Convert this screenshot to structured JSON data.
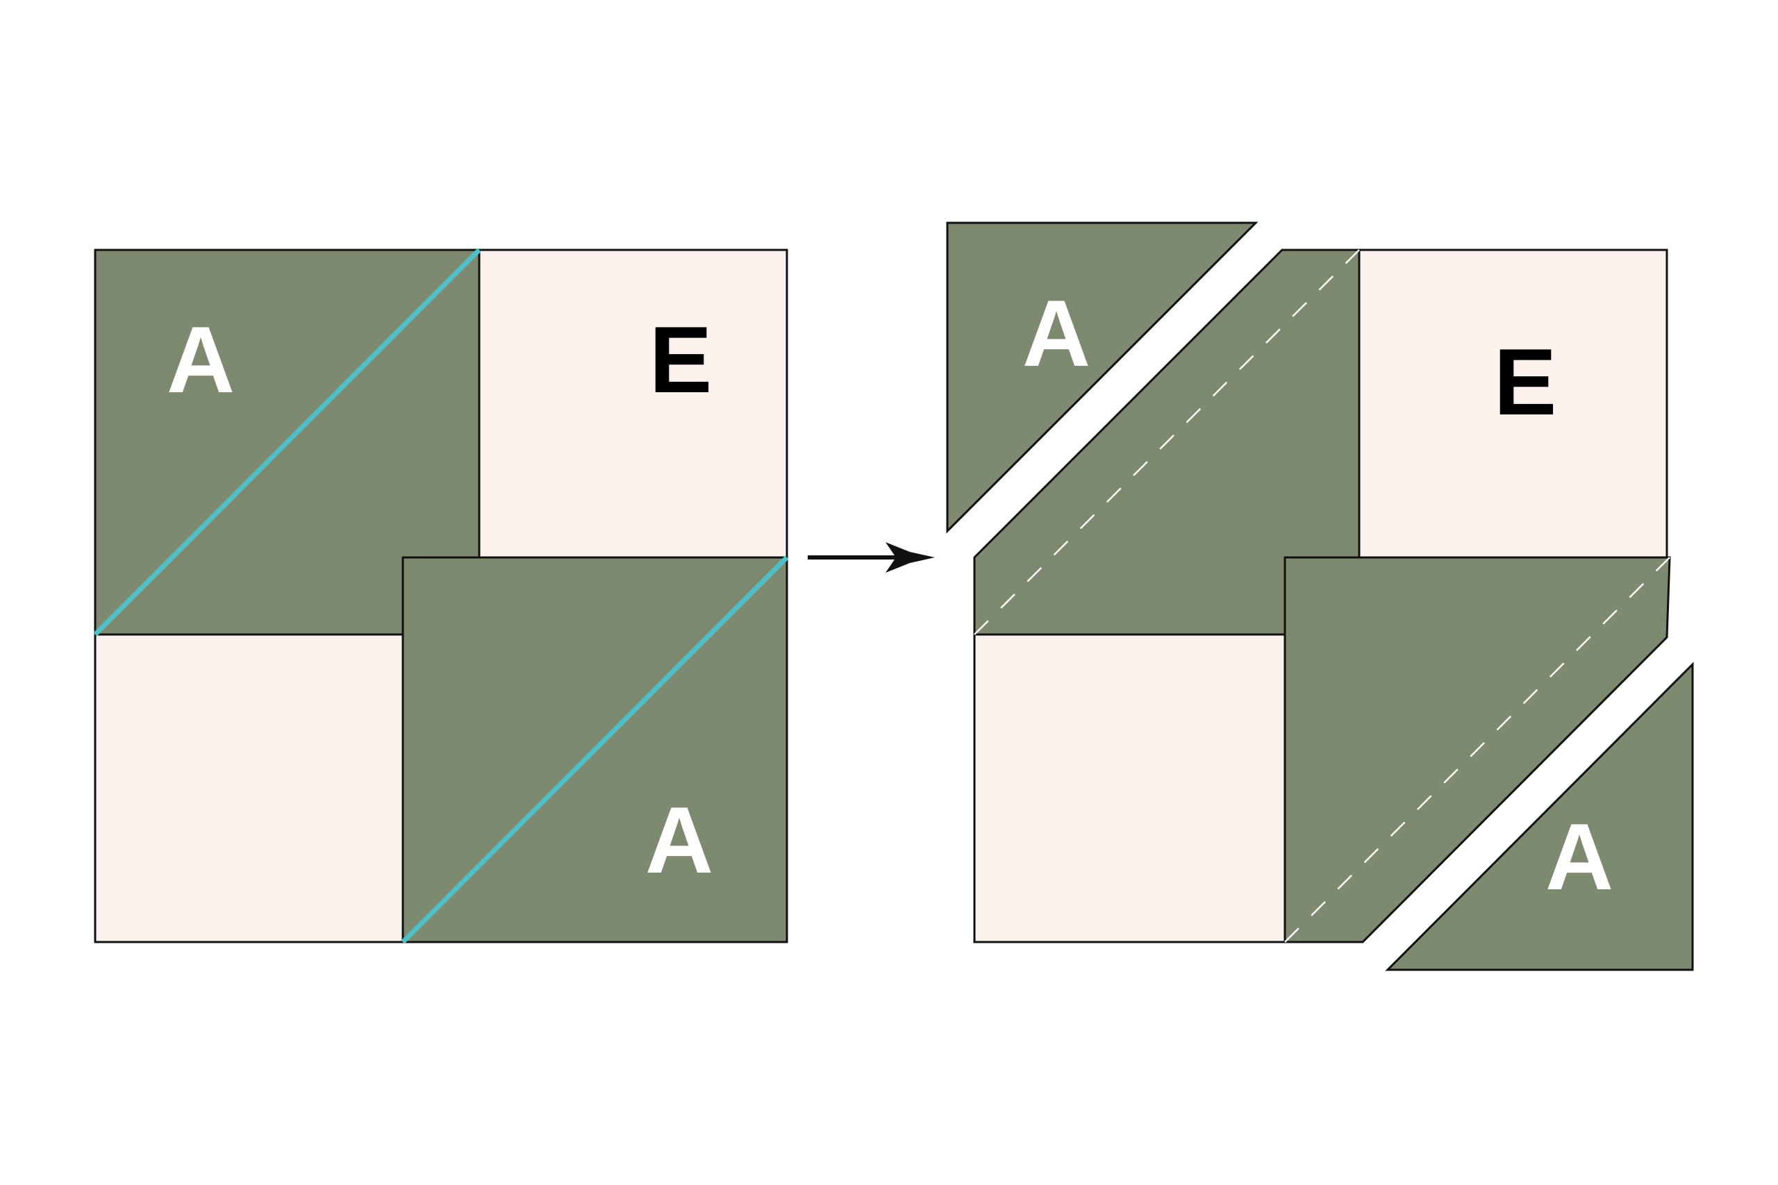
{
  "colors": {
    "green": "#7e8a70",
    "cream": "#fbf2ed",
    "cut_line": "#4fc0c8",
    "seam_line": "#ffffff",
    "outline": "#111111",
    "arrow": "#111111",
    "letter_on_green": "#ffffff",
    "letter_on_cream": "#000000"
  },
  "before": {
    "top_left_square_label": "A",
    "top_right_square_label": "E",
    "bottom_right_square_label": "A"
  },
  "after": {
    "trimmed_corner_top_label": "A",
    "top_right_square_label": "E",
    "trimmed_corner_bottom_label": "A"
  },
  "icons": {
    "arrow": "arrow-right-icon"
  }
}
